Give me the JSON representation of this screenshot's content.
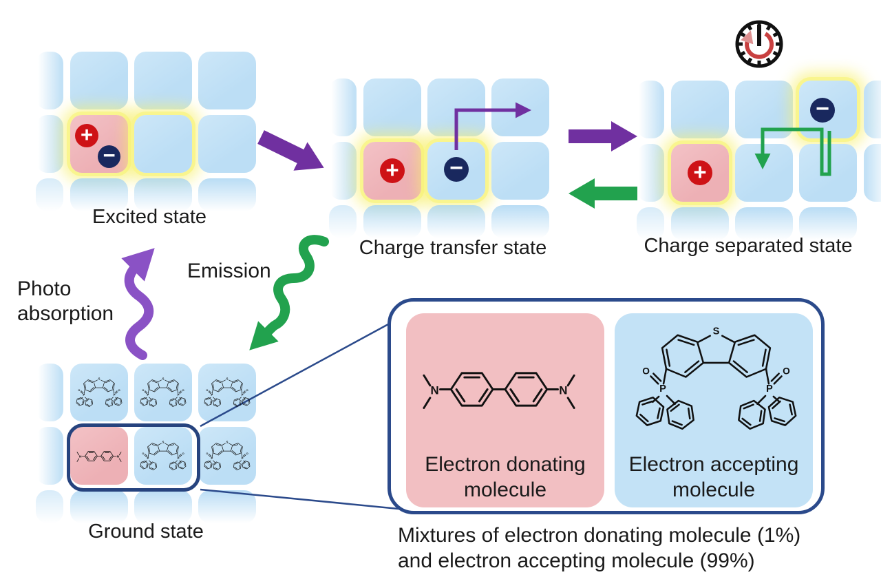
{
  "states": {
    "excited": "Excited state",
    "charge_transfer": "Charge transfer state",
    "charge_separated": "Charge separated state",
    "ground": "Ground state"
  },
  "processes": {
    "photo_absorption_line1": "Photo",
    "photo_absorption_line2": "absorption",
    "emission": "Emission"
  },
  "charges": {
    "positive": "+",
    "negative": "−"
  },
  "atoms": {
    "sulfur": "S",
    "phosphorus": "P",
    "oxygen": "O",
    "nitrogen": "N"
  },
  "inset": {
    "donor_label_line1": "Electron donating",
    "donor_label_line2": "molecule",
    "acceptor_label_line1": "Electron accepting",
    "acceptor_label_line2": "molecule",
    "caption_line1": "Mixtures of electron donating molecule (1%)",
    "caption_line2": "and electron accepting molecule (99%)"
  },
  "colors": {
    "cell_blue": "#C2E1F6",
    "cell_pink": "#EFB6BA",
    "glow_yellow": "#F8F28C",
    "arrow_purple": "#7030A0",
    "wavy_purple": "#8A52C5",
    "arrow_green": "#22A24E",
    "charge_red": "#CE1216",
    "charge_navy": "#19285E",
    "outline_navy": "#2B4A8B"
  }
}
